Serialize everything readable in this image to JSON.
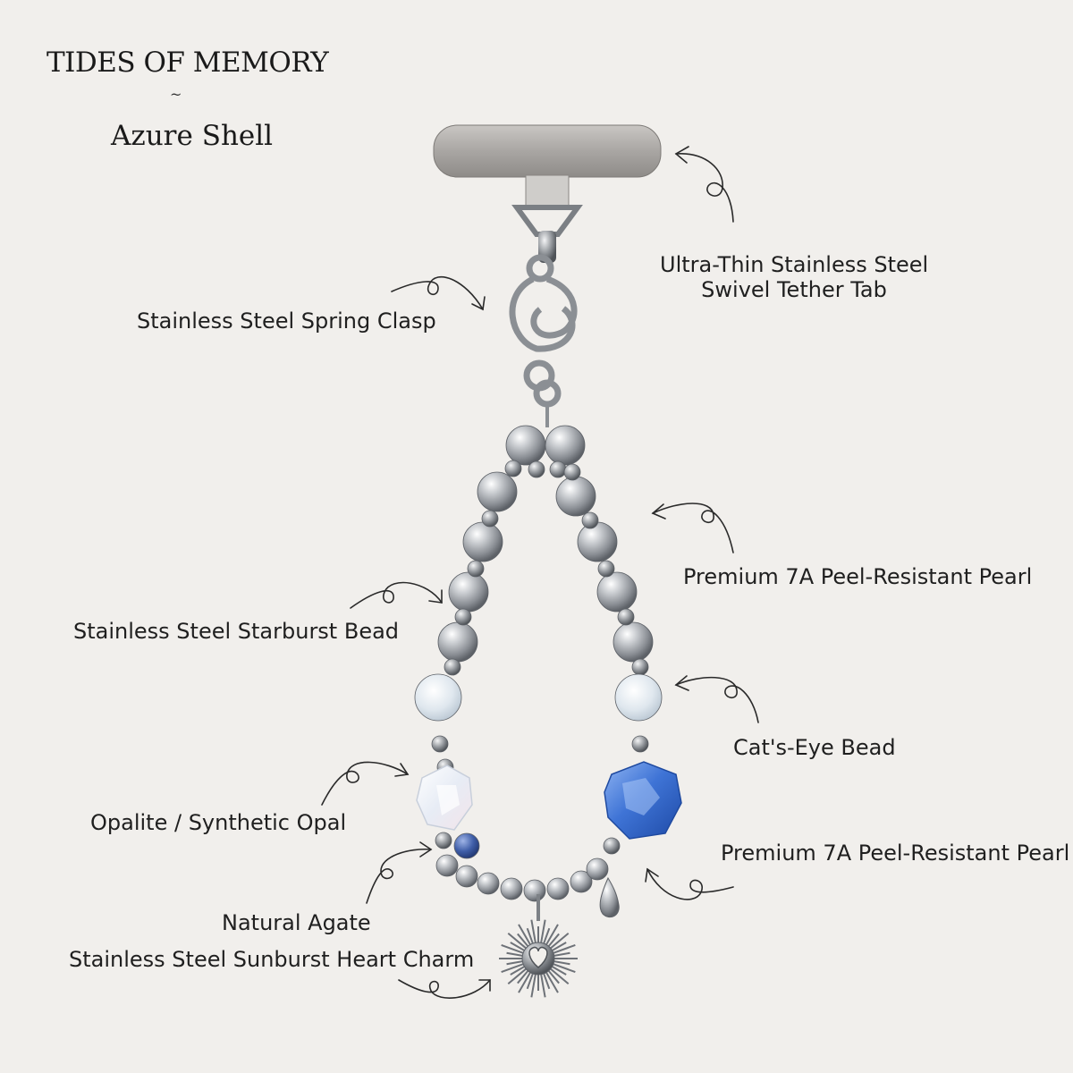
{
  "header": {
    "title": "TIDES OF MEMORY",
    "separator": "~",
    "subtitle": "Azure Shell"
  },
  "labels": {
    "tether_tab_line1": "Ultra-Thin Stainless Steel",
    "tether_tab_line2": "Swivel Tether Tab",
    "spring_clasp": "Stainless Steel Spring Clasp",
    "pearl_upper": "Premium 7A Peel-Resistant Pearl",
    "starburst_bead": "Stainless Steel Starburst Bead",
    "cats_eye": "Cat's-Eye Bead",
    "opalite": "Opalite / Synthetic Opal",
    "pearl_lower": "Premium 7A Peel-Resistant Pearl",
    "agate": "Natural Agate",
    "heart_charm": "Stainless Steel Sunburst Heart Charm"
  },
  "colors": {
    "background": "#f1efec",
    "steel": "#9fa3a8",
    "cats_eye": "#dde6ee",
    "blue_crystal": "#3f74d6",
    "agate": "#3f5ea8",
    "opalite": "#eef1f6"
  },
  "icons": [
    "curly-arrow-icon",
    "heart-icon"
  ]
}
